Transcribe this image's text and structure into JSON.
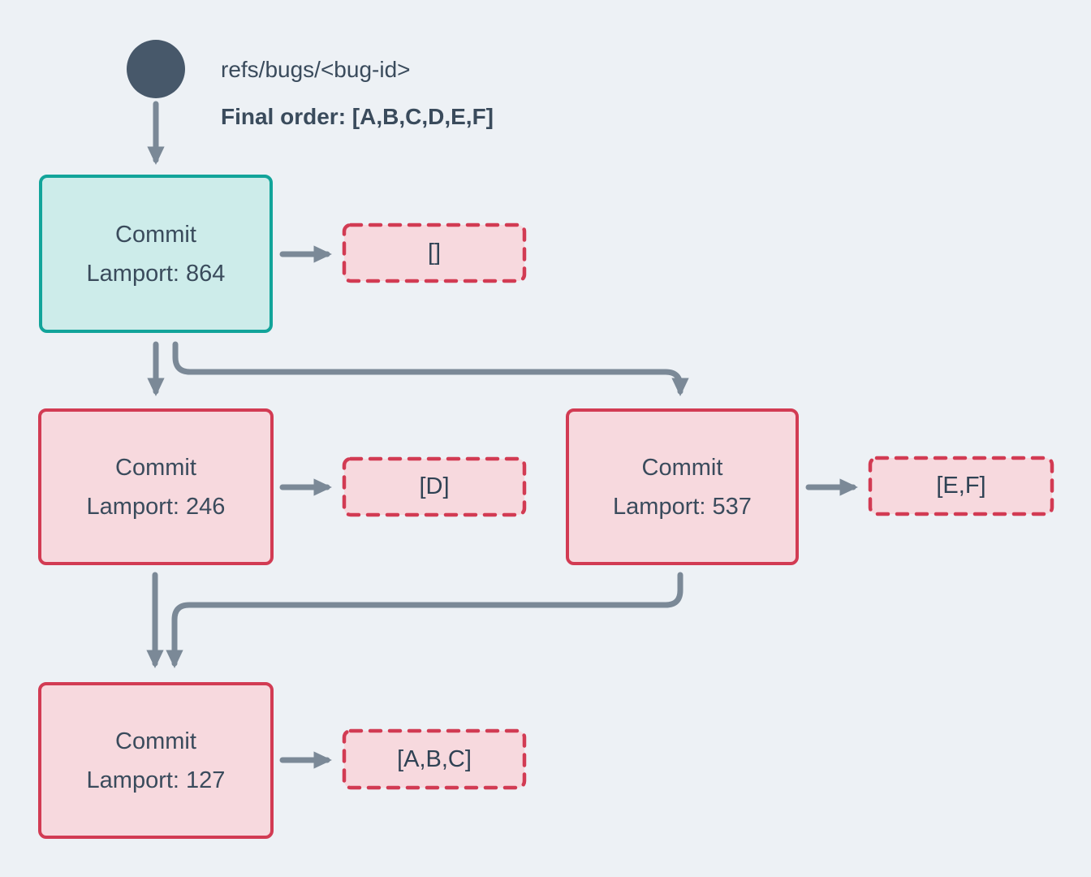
{
  "colors": {
    "background": "#edf1f5",
    "ink": "#3a4b5c",
    "arrow": "#7b8997",
    "head_node_border": "#12a49a",
    "head_node_fill": "#cdecea",
    "commit_node_border": "#d23b53",
    "commit_node_fill": "#f7d9de",
    "ref_circle": "#47586a"
  },
  "header": {
    "ref_name": "refs/bugs/<bug-id>",
    "final_order": "Final order: [A,B,C,D,E,F]"
  },
  "nodes": [
    {
      "title": "Commit",
      "lamport_label": "Lamport: 864"
    },
    {
      "title": "Commit",
      "lamport_label": "Lamport: 246"
    },
    {
      "title": "Commit",
      "lamport_label": "Lamport: 537"
    },
    {
      "title": "Commit",
      "lamport_label": "Lamport: 127"
    }
  ],
  "payloads": [
    {
      "value": "[]"
    },
    {
      "value": "[D]"
    },
    {
      "value": "[E,F]"
    },
    {
      "value": "[A,B,C]"
    }
  ]
}
